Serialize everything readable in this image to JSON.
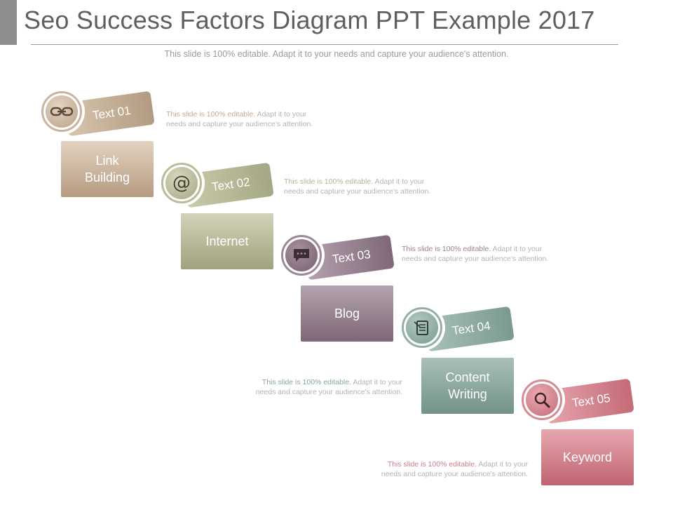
{
  "header": {
    "title": "Seo Success Factors Diagram PPT Example 2017",
    "subtitle": "This slide is 100% editable. Adapt it to your needs and capture your audience's attention."
  },
  "steps": [
    {
      "tab_label": "Text 01",
      "card_label": "Link\nBuilding",
      "icon": "link-icon",
      "color": "#b29b82",
      "desc_lead": "This slide is 100% editable.",
      "desc_rest": " Adapt it to your needs and capture your audience's attention."
    },
    {
      "tab_label": "Text 02",
      "card_label": "Internet",
      "icon": "at-icon",
      "color": "#a4a784",
      "desc_lead": "This slide is 100% editable.",
      "desc_rest": " Adapt it to your needs and capture your audience's attention."
    },
    {
      "tab_label": "Text 03",
      "card_label": "Blog",
      "icon": "chat-icon",
      "color": "#7f6878",
      "desc_lead": "This slide is 100% editable.",
      "desc_rest": " Adapt it to your needs and capture your audience's attention."
    },
    {
      "tab_label": "Text 04",
      "card_label": "Content\nWriting",
      "icon": "notepad-icon",
      "color": "#7b9a8f",
      "desc_lead": "This slide is 100% editable.",
      "desc_rest": " Adapt it to your needs and capture your audience's attention."
    },
    {
      "tab_label": "Text 05",
      "card_label": "Keyword",
      "icon": "search-icon",
      "color": "#c46b77",
      "desc_lead": "This slide is 100% editable.",
      "desc_rest": " Adapt it to your needs and capture your audience's attention."
    }
  ]
}
